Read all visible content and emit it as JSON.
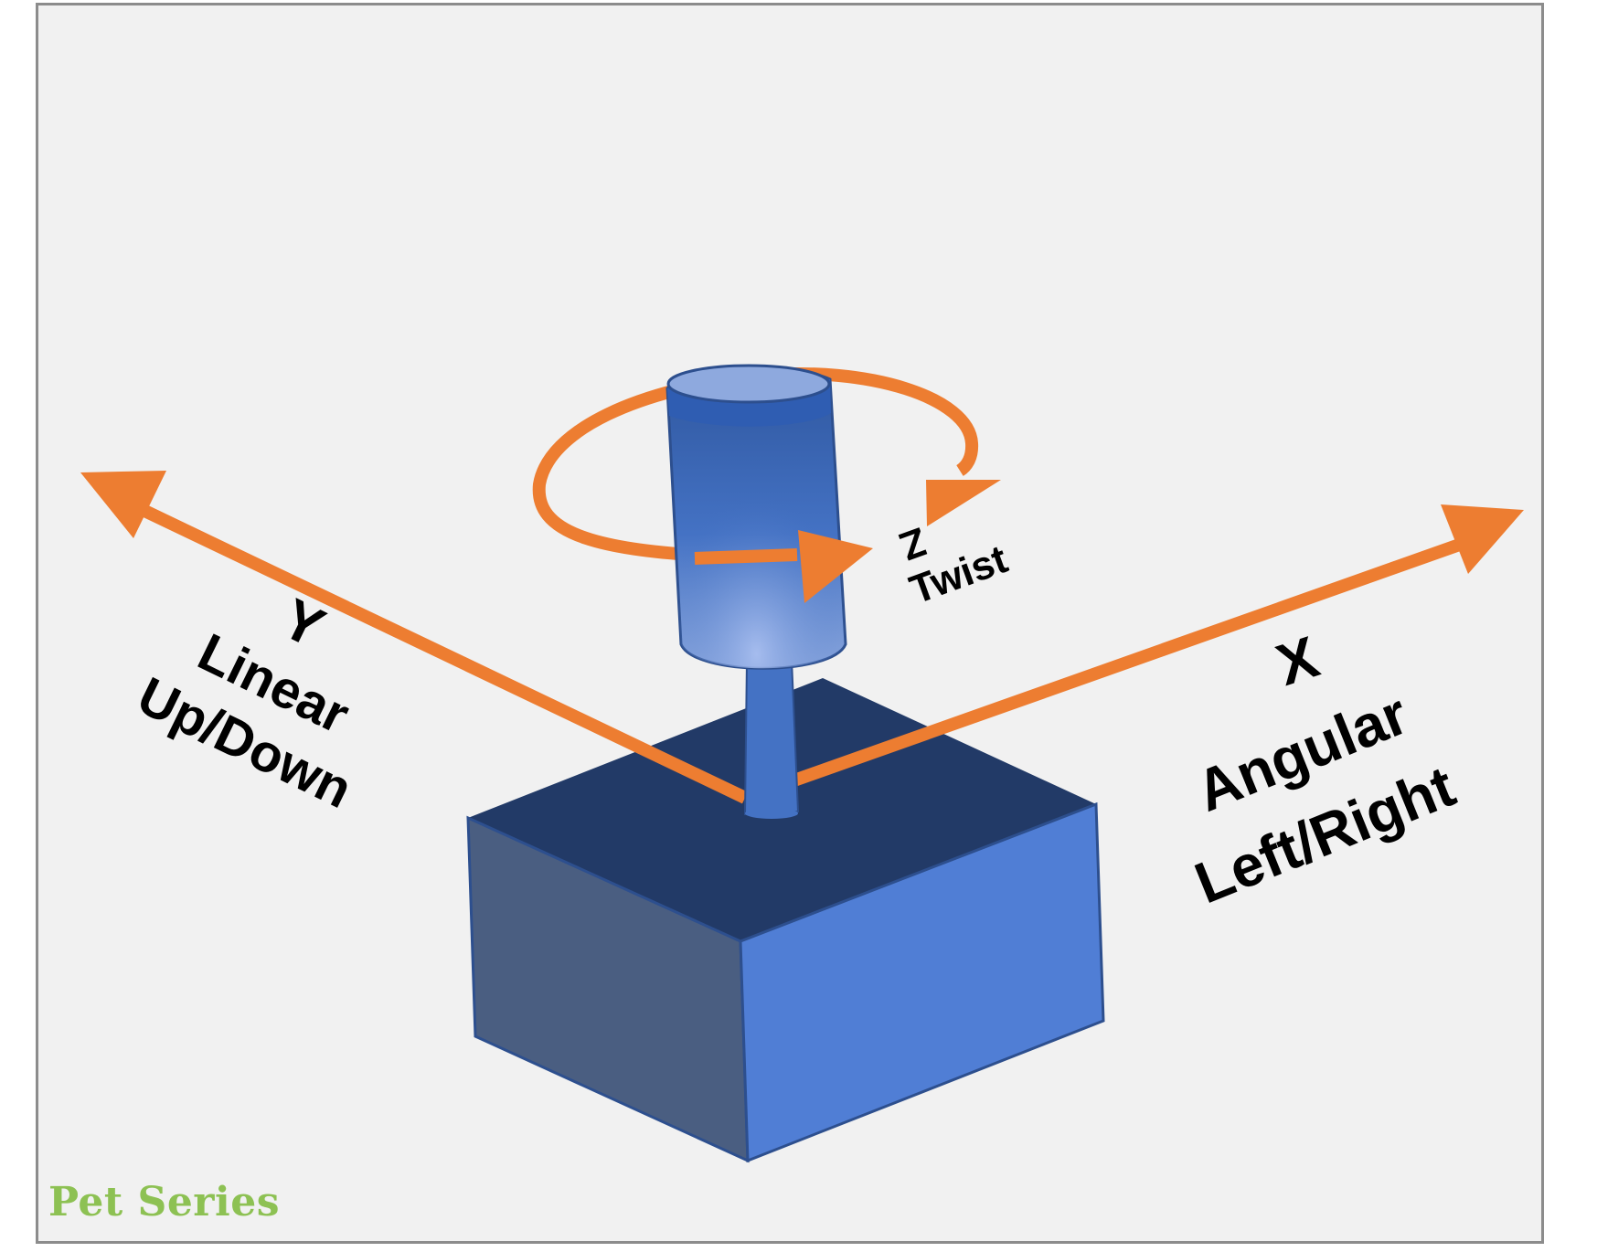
{
  "diagram": {
    "y_axis": {
      "letter": "Y",
      "line1": "Linear",
      "line2": "Up/Down"
    },
    "x_axis": {
      "letter": "X",
      "line1": "Angular",
      "line2": "Left/Right"
    },
    "z_axis": {
      "letter": "Z",
      "line1": "Twist"
    }
  },
  "brand": {
    "label": "Pet Series"
  },
  "colors": {
    "arrow": "#ed7d31",
    "box_top": "#223a67",
    "box_left": "#4a5e81",
    "box_right": "#507ed5",
    "stick": "#4472c4",
    "frame_bg": "#f1f1f1",
    "brand": "#8dc153"
  }
}
